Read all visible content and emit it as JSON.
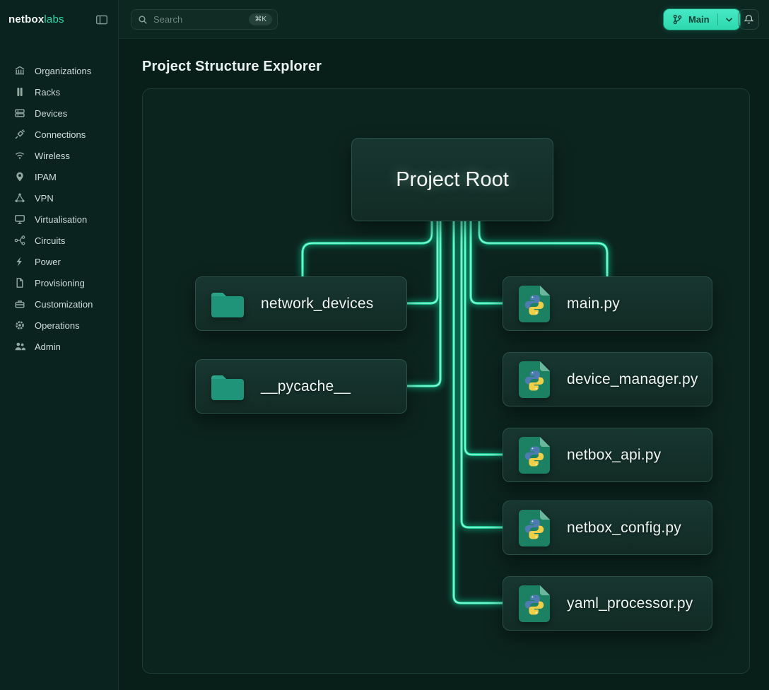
{
  "brand": {
    "name_primary": "netbox",
    "name_secondary": "labs"
  },
  "topbar": {
    "search_placeholder": "Search",
    "search_shortcut": "⌘K",
    "branch_button_label": "Main",
    "icons": [
      "search-icon",
      "git-branch-icon",
      "chevron-down-icon",
      "bell-icon",
      "panel-toggle-icon"
    ]
  },
  "sidebar": {
    "items": [
      {
        "label": "Organizations",
        "icon": "organizations-icon"
      },
      {
        "label": "Racks",
        "icon": "racks-icon"
      },
      {
        "label": "Devices",
        "icon": "devices-icon"
      },
      {
        "label": "Connections",
        "icon": "connections-icon"
      },
      {
        "label": "Wireless",
        "icon": "wireless-icon"
      },
      {
        "label": "IPAM",
        "icon": "ipam-icon"
      },
      {
        "label": "VPN",
        "icon": "vpn-icon"
      },
      {
        "label": "Virtualisation",
        "icon": "virtualisation-icon"
      },
      {
        "label": "Circuits",
        "icon": "circuits-icon"
      },
      {
        "label": "Power",
        "icon": "power-icon"
      },
      {
        "label": "Provisioning",
        "icon": "provisioning-icon"
      },
      {
        "label": "Customization",
        "icon": "customization-icon"
      },
      {
        "label": "Operations",
        "icon": "operations-icon"
      },
      {
        "label": "Admin",
        "icon": "admin-icon"
      }
    ]
  },
  "page": {
    "title": "Project Structure Explorer"
  },
  "tree": {
    "root": {
      "label": "Project Root"
    },
    "folders": [
      {
        "label": "network_devices",
        "icon": "folder-icon"
      },
      {
        "label": "__pycache__",
        "icon": "folder-icon"
      }
    ],
    "files": [
      {
        "label": "main.py",
        "icon": "python-file-icon"
      },
      {
        "label": "device_manager.py",
        "icon": "python-file-icon"
      },
      {
        "label": "netbox_api.py",
        "icon": "python-file-icon"
      },
      {
        "label": "netbox_config.py",
        "icon": "python-file-icon"
      },
      {
        "label": "yaml_processor.py",
        "icon": "python-file-icon"
      }
    ],
    "edges": [
      {
        "from": "Project Root",
        "to": "network_devices"
      },
      {
        "from": "Project Root",
        "to": "__pycache__"
      },
      {
        "from": "Project Root",
        "to": "main.py"
      },
      {
        "from": "Project Root",
        "to": "device_manager.py"
      },
      {
        "from": "Project Root",
        "to": "netbox_api.py"
      },
      {
        "from": "Project Root",
        "to": "netbox_config.py"
      },
      {
        "from": "Project Root",
        "to": "yaml_processor.py"
      }
    ]
  },
  "colors": {
    "accent": "#2fd9ac",
    "neon_wire": "#1fe9ab",
    "background": "#081e19",
    "sidebar_bg": "#0b231e",
    "node_bg": "#14302a",
    "python_blue": "#4f7cb0",
    "python_yellow": "#f0cf48",
    "folder_green": "#1f9478"
  }
}
